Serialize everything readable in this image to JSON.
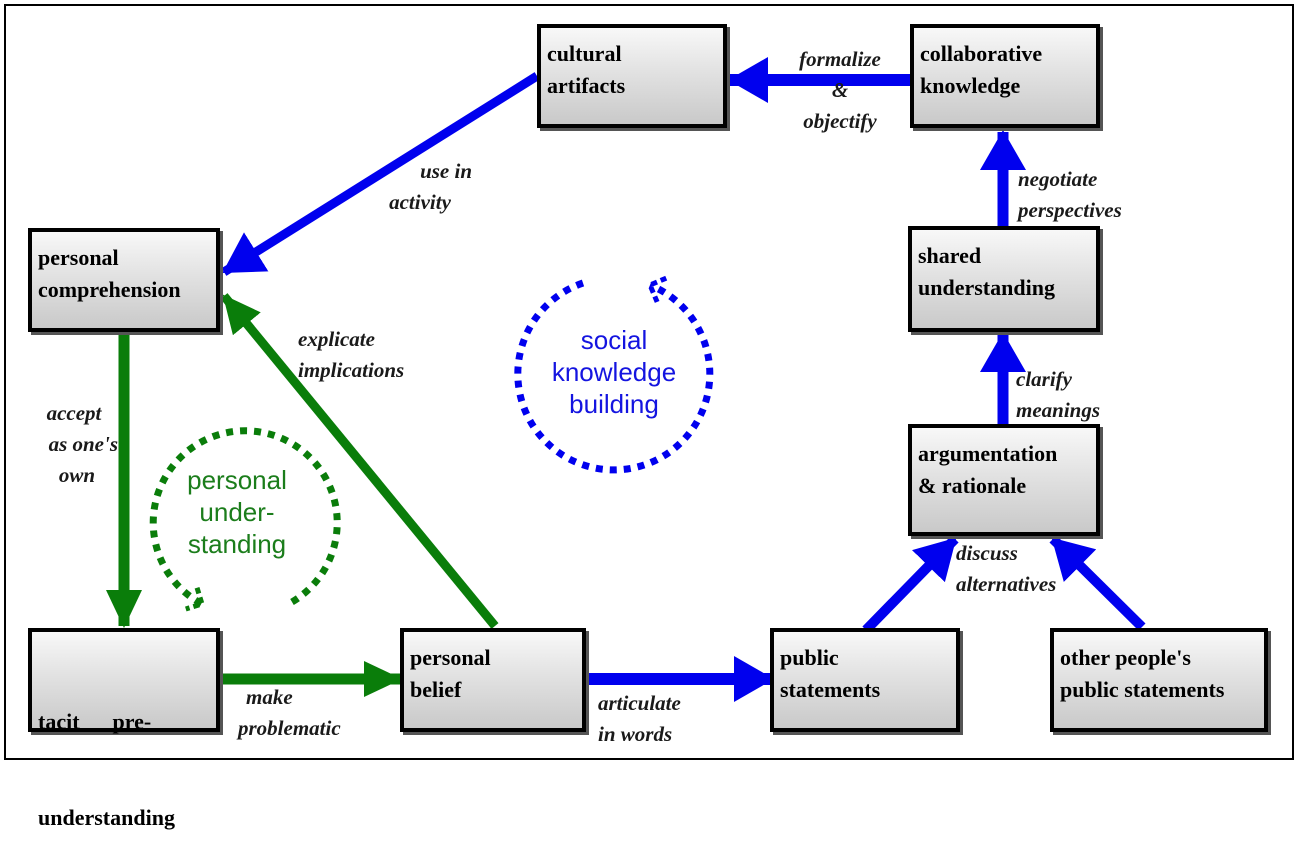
{
  "colors": {
    "social_arrow": "#0000ee",
    "personal_arrow": "#0a7d0a",
    "social_text": "#1414e0",
    "personal_text": "#1b7d1b",
    "node_border": "#000000"
  },
  "nodes": {
    "cultural_artifacts": [
      "cultural",
      "artifacts"
    ],
    "collaborative_knowledge": [
      "collaborative",
      "knowledge"
    ],
    "personal_comprehension": [
      "personal",
      "comprehension"
    ],
    "shared_understanding": [
      "shared",
      "understanding"
    ],
    "argumentation_rationale": [
      "argumentation",
      "& rationale"
    ],
    "tacit_preunderstanding": [
      "tacit      pre-",
      "understanding"
    ],
    "personal_belief": [
      "personal",
      "belief"
    ],
    "public_statements": [
      "public",
      "statements"
    ],
    "others_public_statements": [
      "other people's",
      "public statements"
    ]
  },
  "edge_labels": {
    "formalize_objectify": [
      "formalize",
      "&",
      "objectify"
    ],
    "use_in_activity": [
      "use in",
      "activity"
    ],
    "negotiate_perspectives": [
      "negotiate",
      "perspectives"
    ],
    "explicate_implications": [
      "explicate",
      "implications"
    ],
    "clarify_meanings": [
      "clarify",
      "meanings"
    ],
    "accept_as_ones_own": [
      "accept",
      "as one's",
      "own"
    ],
    "discuss_alternatives": [
      "discuss",
      "alternatives"
    ],
    "make_problematic": [
      "make",
      "problematic"
    ],
    "articulate_in_words": [
      "articulate",
      "in words"
    ]
  },
  "cycles": {
    "social": [
      "social",
      "knowledge",
      "building"
    ],
    "personal": [
      "personal",
      "under-",
      "standing"
    ]
  }
}
